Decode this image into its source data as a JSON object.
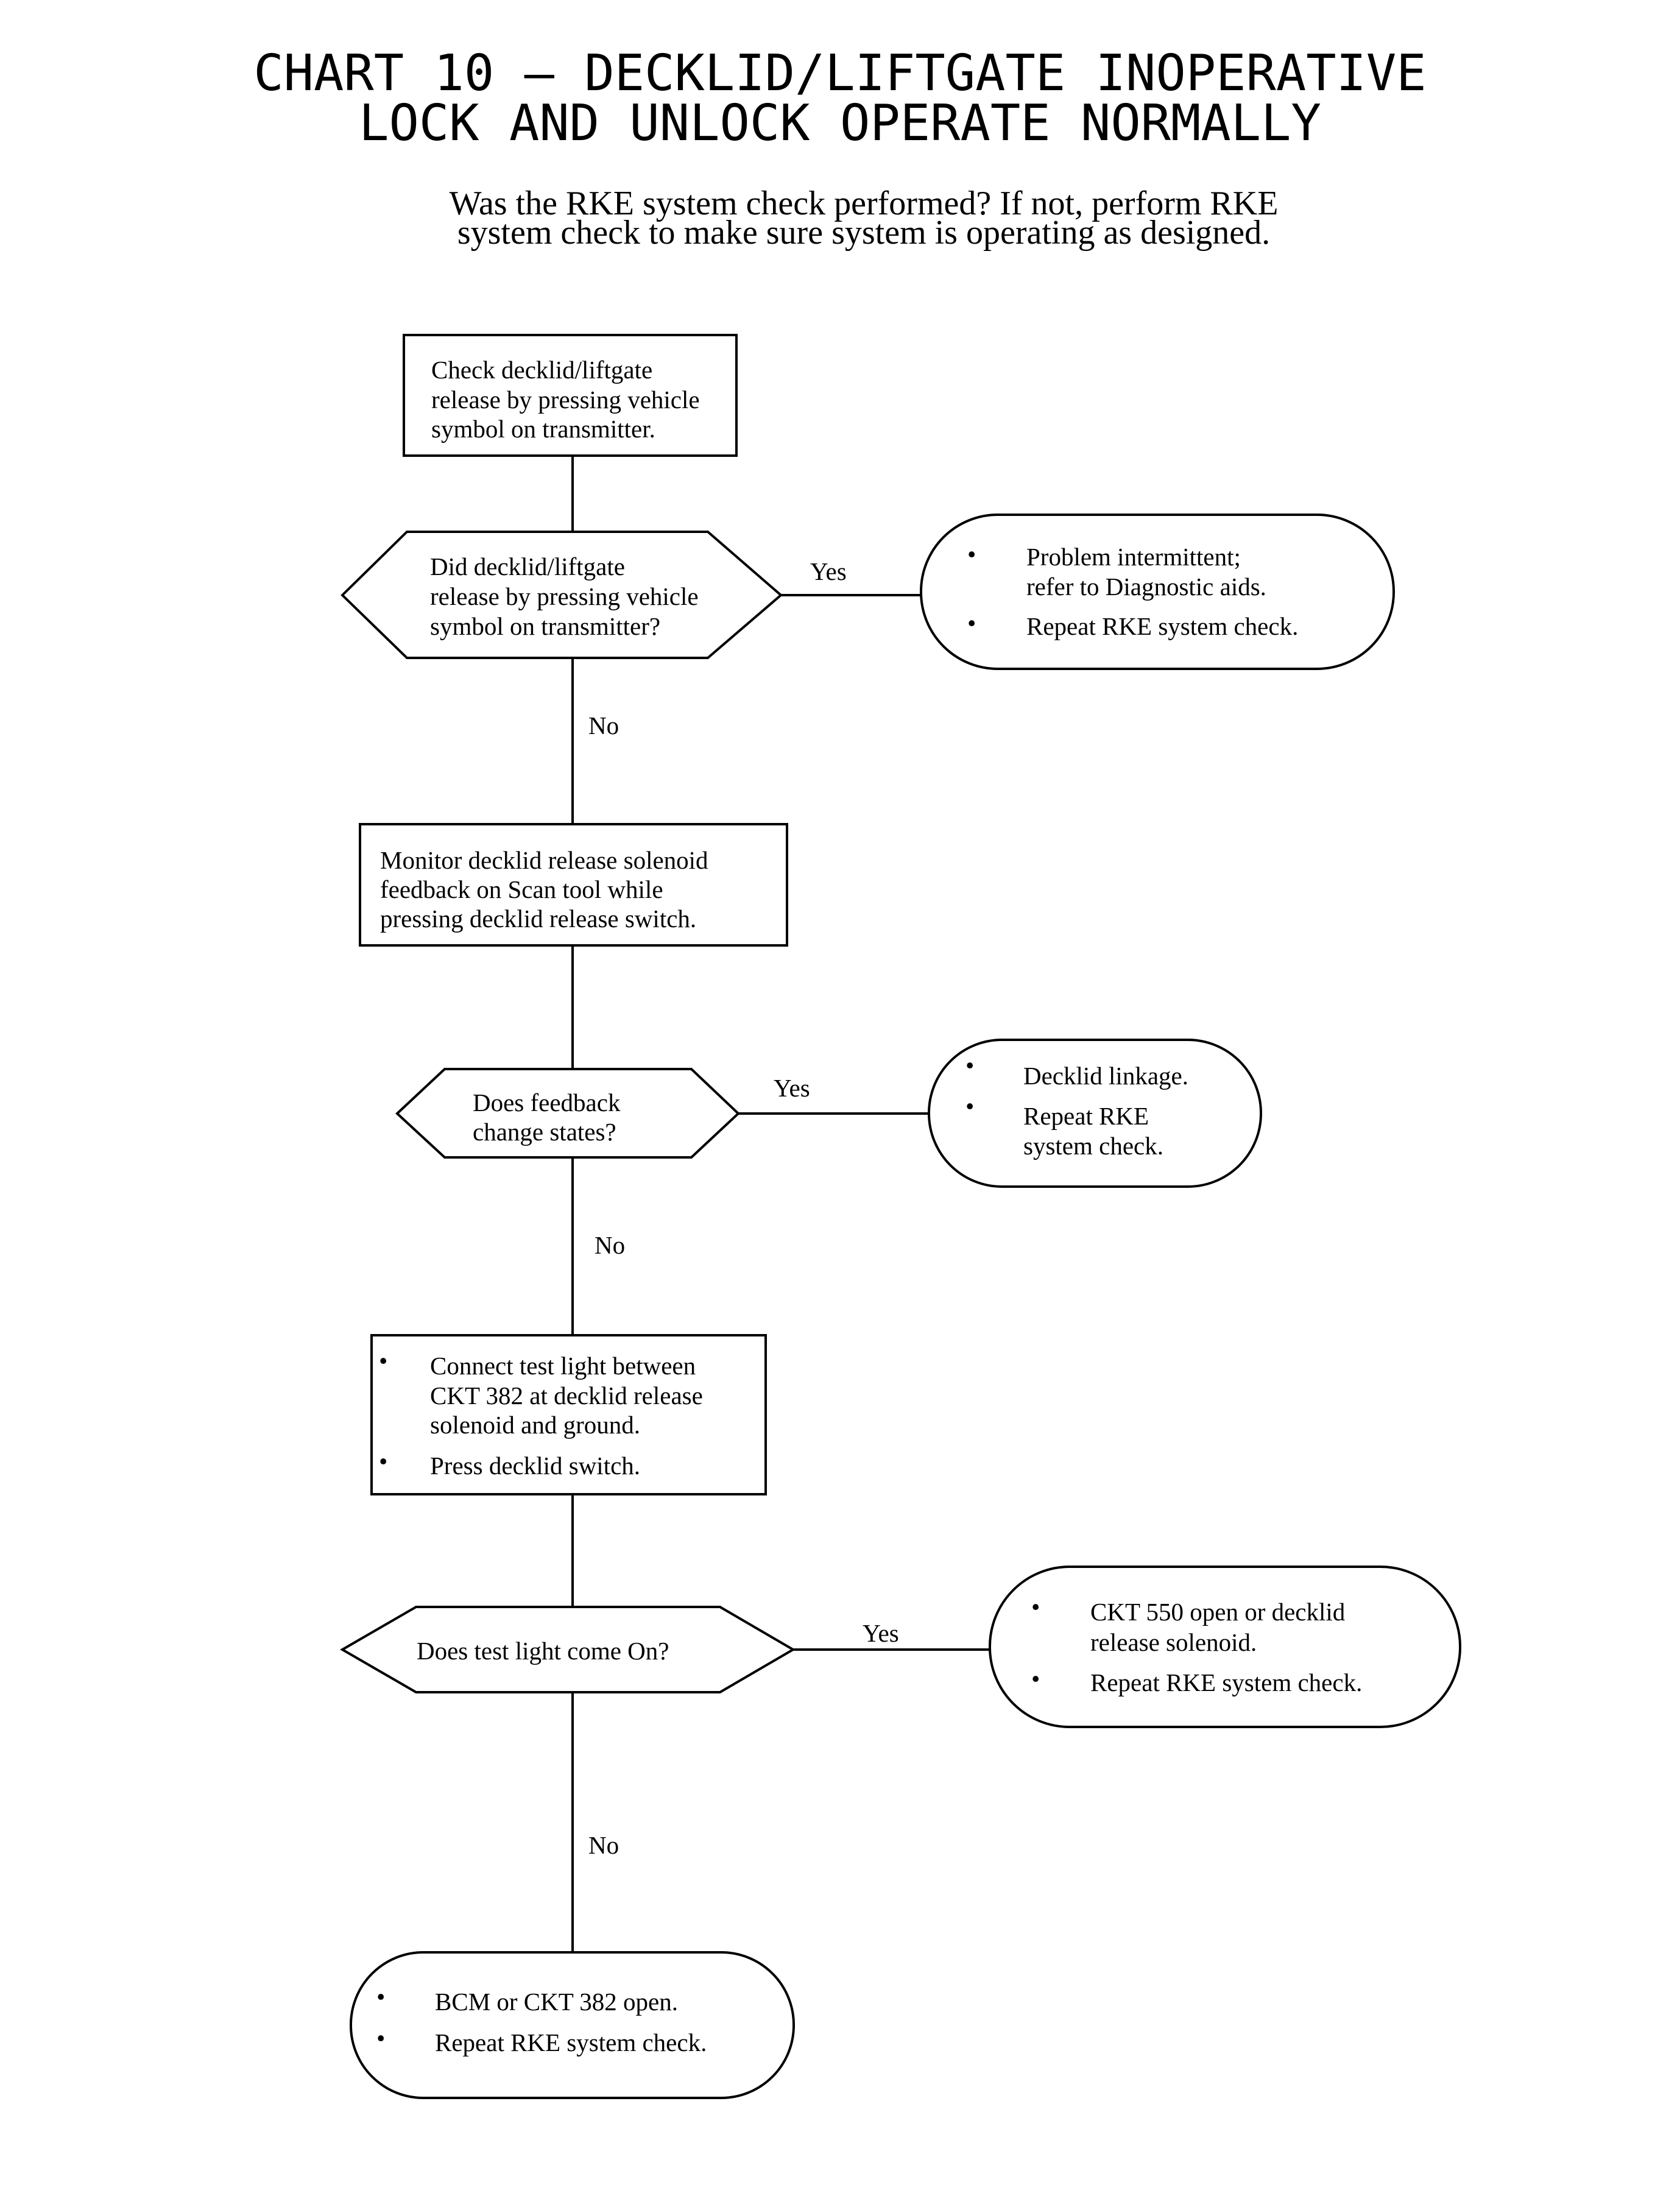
{
  "title": {
    "line1": "CHART 10 – DECKLID/LIFTGATE INOPERATIVE",
    "line2": "LOCK AND UNLOCK OPERATE NORMALLY"
  },
  "intro": {
    "line1": "Was the RKE system check performed? If not, perform RKE",
    "line2": "system check to make sure system is operating as designed."
  },
  "nodes": {
    "step1": {
      "lines": [
        "Check decklid/liftgate",
        "release by pressing vehicle",
        "symbol on transmitter."
      ]
    },
    "decision1": {
      "lines": [
        "Did decklid/liftgate",
        "release by pressing vehicle",
        "symbol on transmitter?"
      ]
    },
    "result1": {
      "items": [
        [
          "Problem intermittent;",
          "refer to Diagnostic aids."
        ],
        [
          "Repeat RKE system check."
        ]
      ]
    },
    "step2": {
      "lines": [
        "Monitor decklid release solenoid",
        "feedback on Scan tool while",
        "pressing decklid release switch."
      ]
    },
    "decision2": {
      "lines": [
        "Does feedback",
        "change states?"
      ]
    },
    "result2": {
      "items": [
        [
          "Decklid linkage."
        ],
        [
          "Repeat RKE",
          "system check."
        ]
      ]
    },
    "step3": {
      "items": [
        [
          "Connect test light between",
          "CKT 382 at decklid release",
          "solenoid and ground."
        ],
        [
          "Press decklid  switch."
        ]
      ]
    },
    "decision3": {
      "lines": [
        "Does test light come On?"
      ]
    },
    "result3": {
      "items": [
        [
          "CKT 550 open or decklid",
          "release solenoid."
        ],
        [
          "Repeat RKE system check."
        ]
      ]
    },
    "result4": {
      "items": [
        [
          "BCM or CKT 382 open."
        ],
        [
          "Repeat RKE system check."
        ]
      ]
    }
  },
  "edge_labels": {
    "d1_yes": "Yes",
    "d1_no": "No",
    "d2_yes": "Yes",
    "d2_no": "No",
    "d3_yes": "Yes",
    "d3_no": "No"
  }
}
